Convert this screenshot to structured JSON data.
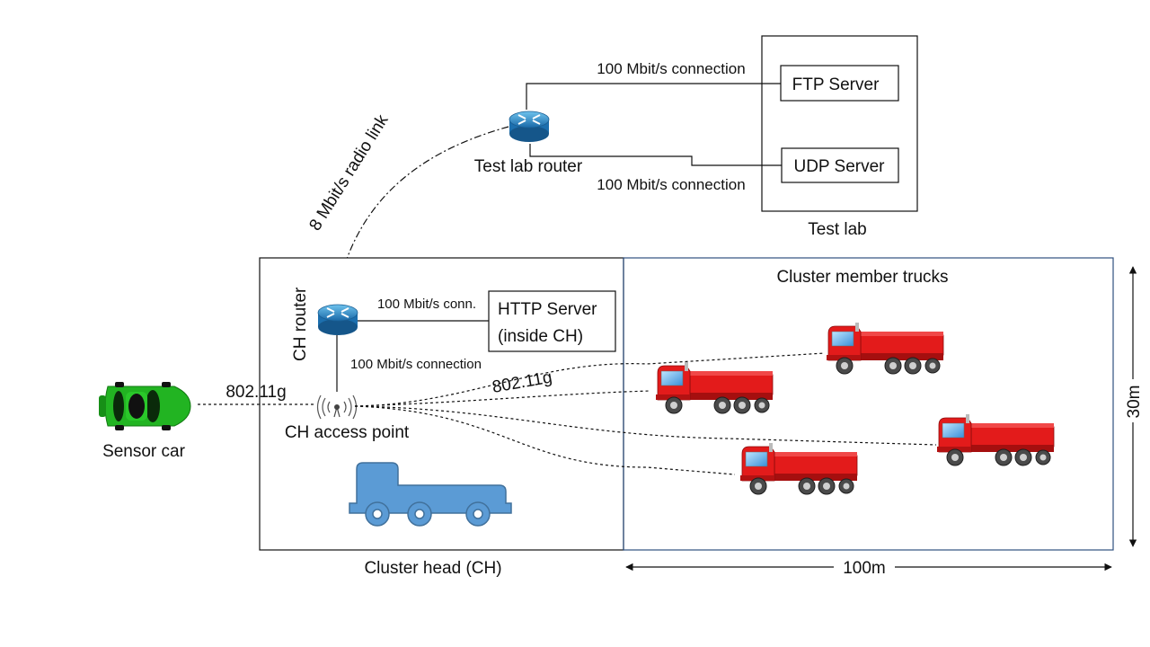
{
  "test_lab": {
    "label": "Test lab",
    "ftp_server": "FTP Server",
    "udp_server": "UDP Server",
    "ftp_link": "100 Mbit/s connection",
    "udp_link": "100 Mbit/s connection"
  },
  "test_lab_router": {
    "label": "Test lab router"
  },
  "radio_link": {
    "label": "8 Mbit/s radio link"
  },
  "cluster_head": {
    "label": "Cluster head (CH)",
    "router_label": "CH router",
    "http_server_line1": "HTTP Server",
    "http_server_line2": "(inside CH)",
    "http_link": "100 Mbit/s conn.",
    "ap_link": "100 Mbit/s connection",
    "access_point": "CH access point"
  },
  "cluster_members": {
    "label": "Cluster member trucks",
    "wifi_label": "802.11g"
  },
  "sensor_car": {
    "label": "Sensor car",
    "wifi_label": "802.11g"
  },
  "dimensions": {
    "width": "100m",
    "height": "30m"
  },
  "colors": {
    "router_blue": "#2e86c1",
    "truck_red": "#e02020",
    "truck_blue": "#5b9bd5",
    "car_green": "#22b422"
  }
}
